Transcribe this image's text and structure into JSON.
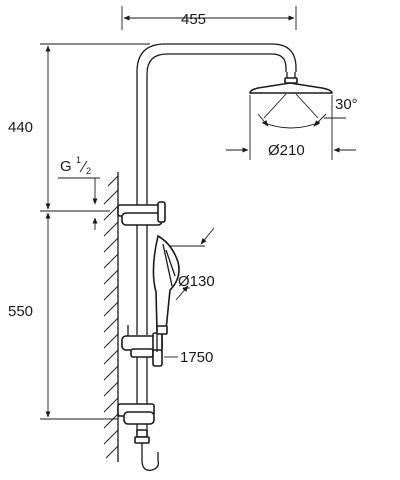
{
  "dimensions": {
    "width_top": "455",
    "height_upper": "440",
    "height_lower": "550",
    "angle": "30°",
    "head_diameter": "Ø210",
    "hand_diameter": "Ø130",
    "hose_length": "1750",
    "thread": {
      "letter": "G",
      "num": "1",
      "den": "2"
    }
  },
  "colors": {
    "line": "#1a1a1a",
    "background": "#ffffff"
  }
}
